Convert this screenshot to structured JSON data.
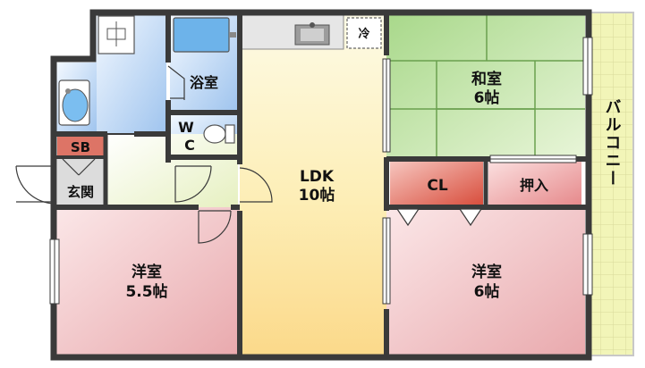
{
  "rooms": {
    "bath": {
      "label": "浴室"
    },
    "wc": {
      "line1": "W",
      "line2": "C"
    },
    "sb": {
      "label": "SB"
    },
    "entrance": {
      "label": "玄関"
    },
    "ldk": {
      "line1": "LDK",
      "line2": "10帖"
    },
    "washitsu": {
      "line1": "和室",
      "line2": "6帖"
    },
    "cl": {
      "label": "CL"
    },
    "oshiire": {
      "label": "押入"
    },
    "western_left": {
      "line1": "洋室",
      "line2": "5.5帖"
    },
    "western_right": {
      "line1": "洋室",
      "line2": "6帖"
    },
    "balcony": {
      "label": "バルコニー"
    },
    "fridge": {
      "label": "冷"
    }
  },
  "colors": {
    "wall": "#3a3a3a",
    "ldk_top": "#fdfbe6",
    "ldk_bottom": "#fbd98a",
    "washitsu": "#a8d88a",
    "western": "#e9a9ad",
    "cl": "#d84d3c",
    "oshiire": "#e6898b",
    "wet": "#9fc4ee",
    "hall": "#eef5d0",
    "balcony": "#f2f5b8",
    "sb": "#dd7466"
  }
}
